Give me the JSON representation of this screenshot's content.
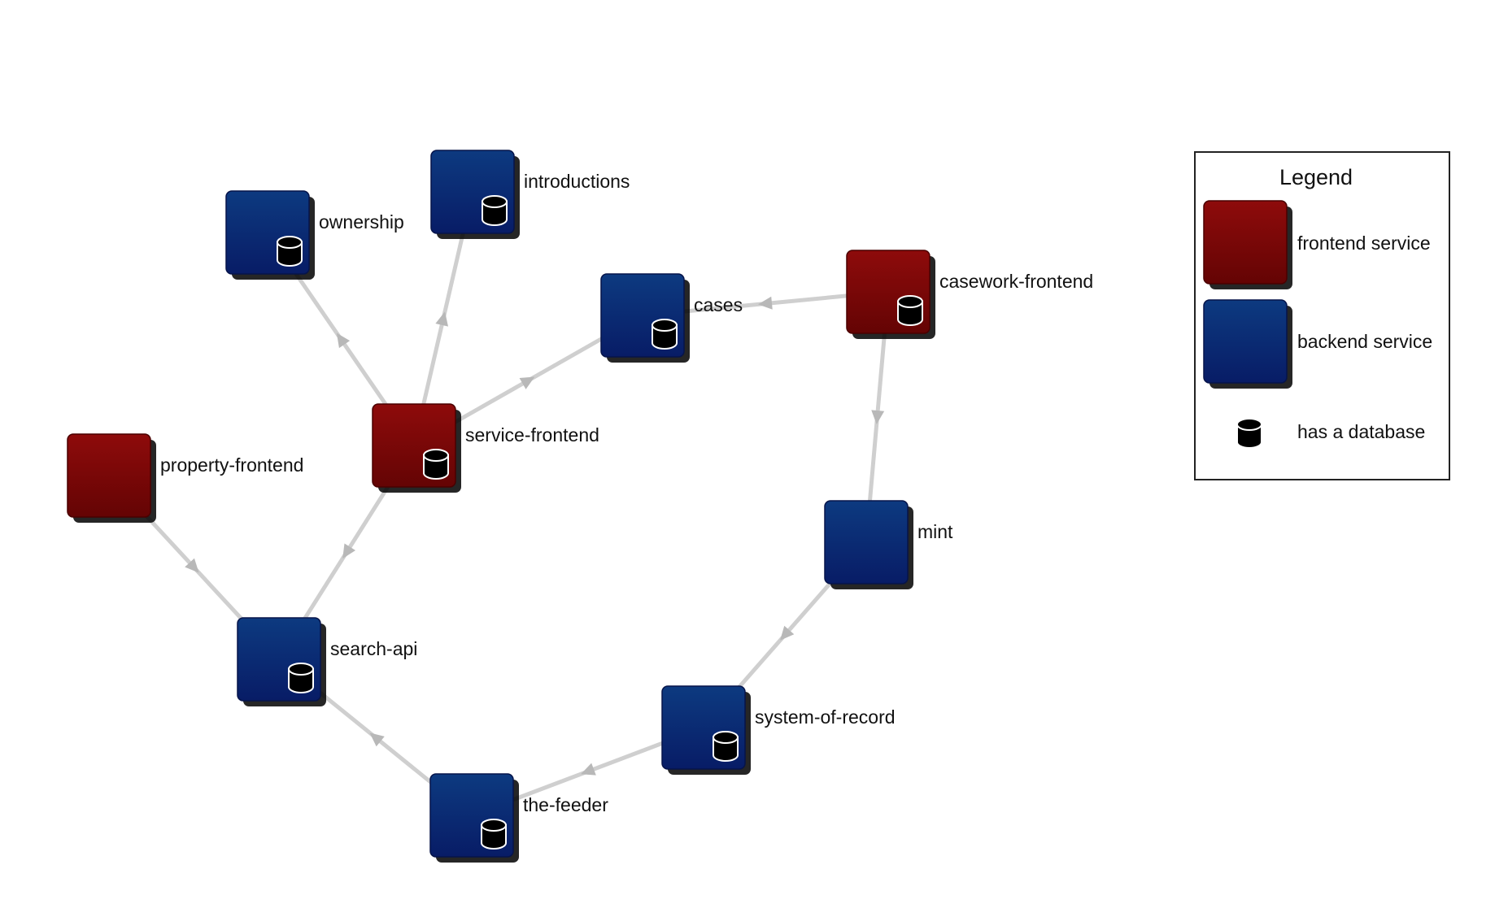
{
  "colors": {
    "frontend": "#8b0a0a",
    "backend": "#0a2a78",
    "edge": "#cfcfcf",
    "arrow": "#b8b8b8"
  },
  "legend": {
    "title": "Legend",
    "items": [
      {
        "kind": "frontend",
        "label": "frontend service"
      },
      {
        "kind": "backend",
        "label": "backend service"
      },
      {
        "kind": "database",
        "label": "has a database"
      }
    ]
  },
  "nodes": [
    {
      "id": "ownership",
      "label": "ownership",
      "kind": "backend",
      "db": true
    },
    {
      "id": "introductions",
      "label": "introductions",
      "kind": "backend",
      "db": true
    },
    {
      "id": "cases",
      "label": "cases",
      "kind": "backend",
      "db": true
    },
    {
      "id": "casework-frontend",
      "label": "casework-frontend",
      "kind": "frontend",
      "db": true
    },
    {
      "id": "service-frontend",
      "label": "service-frontend",
      "kind": "frontend",
      "db": true
    },
    {
      "id": "property-frontend",
      "label": "property-frontend",
      "kind": "frontend",
      "db": false
    },
    {
      "id": "mint",
      "label": "mint",
      "kind": "backend",
      "db": false
    },
    {
      "id": "search-api",
      "label": "search-api",
      "kind": "backend",
      "db": true
    },
    {
      "id": "system-of-record",
      "label": "system-of-record",
      "kind": "backend",
      "db": true
    },
    {
      "id": "the-feeder",
      "label": "the-feeder",
      "kind": "backend",
      "db": true
    }
  ],
  "edges": [
    {
      "from": "service-frontend",
      "to": "ownership"
    },
    {
      "from": "service-frontend",
      "to": "introductions"
    },
    {
      "from": "service-frontend",
      "to": "cases"
    },
    {
      "from": "casework-frontend",
      "to": "cases"
    },
    {
      "from": "casework-frontend",
      "to": "mint"
    },
    {
      "from": "service-frontend",
      "to": "search-api"
    },
    {
      "from": "property-frontend",
      "to": "search-api"
    },
    {
      "from": "mint",
      "to": "system-of-record"
    },
    {
      "from": "system-of-record",
      "to": "the-feeder"
    },
    {
      "from": "the-feeder",
      "to": "search-api"
    }
  ]
}
